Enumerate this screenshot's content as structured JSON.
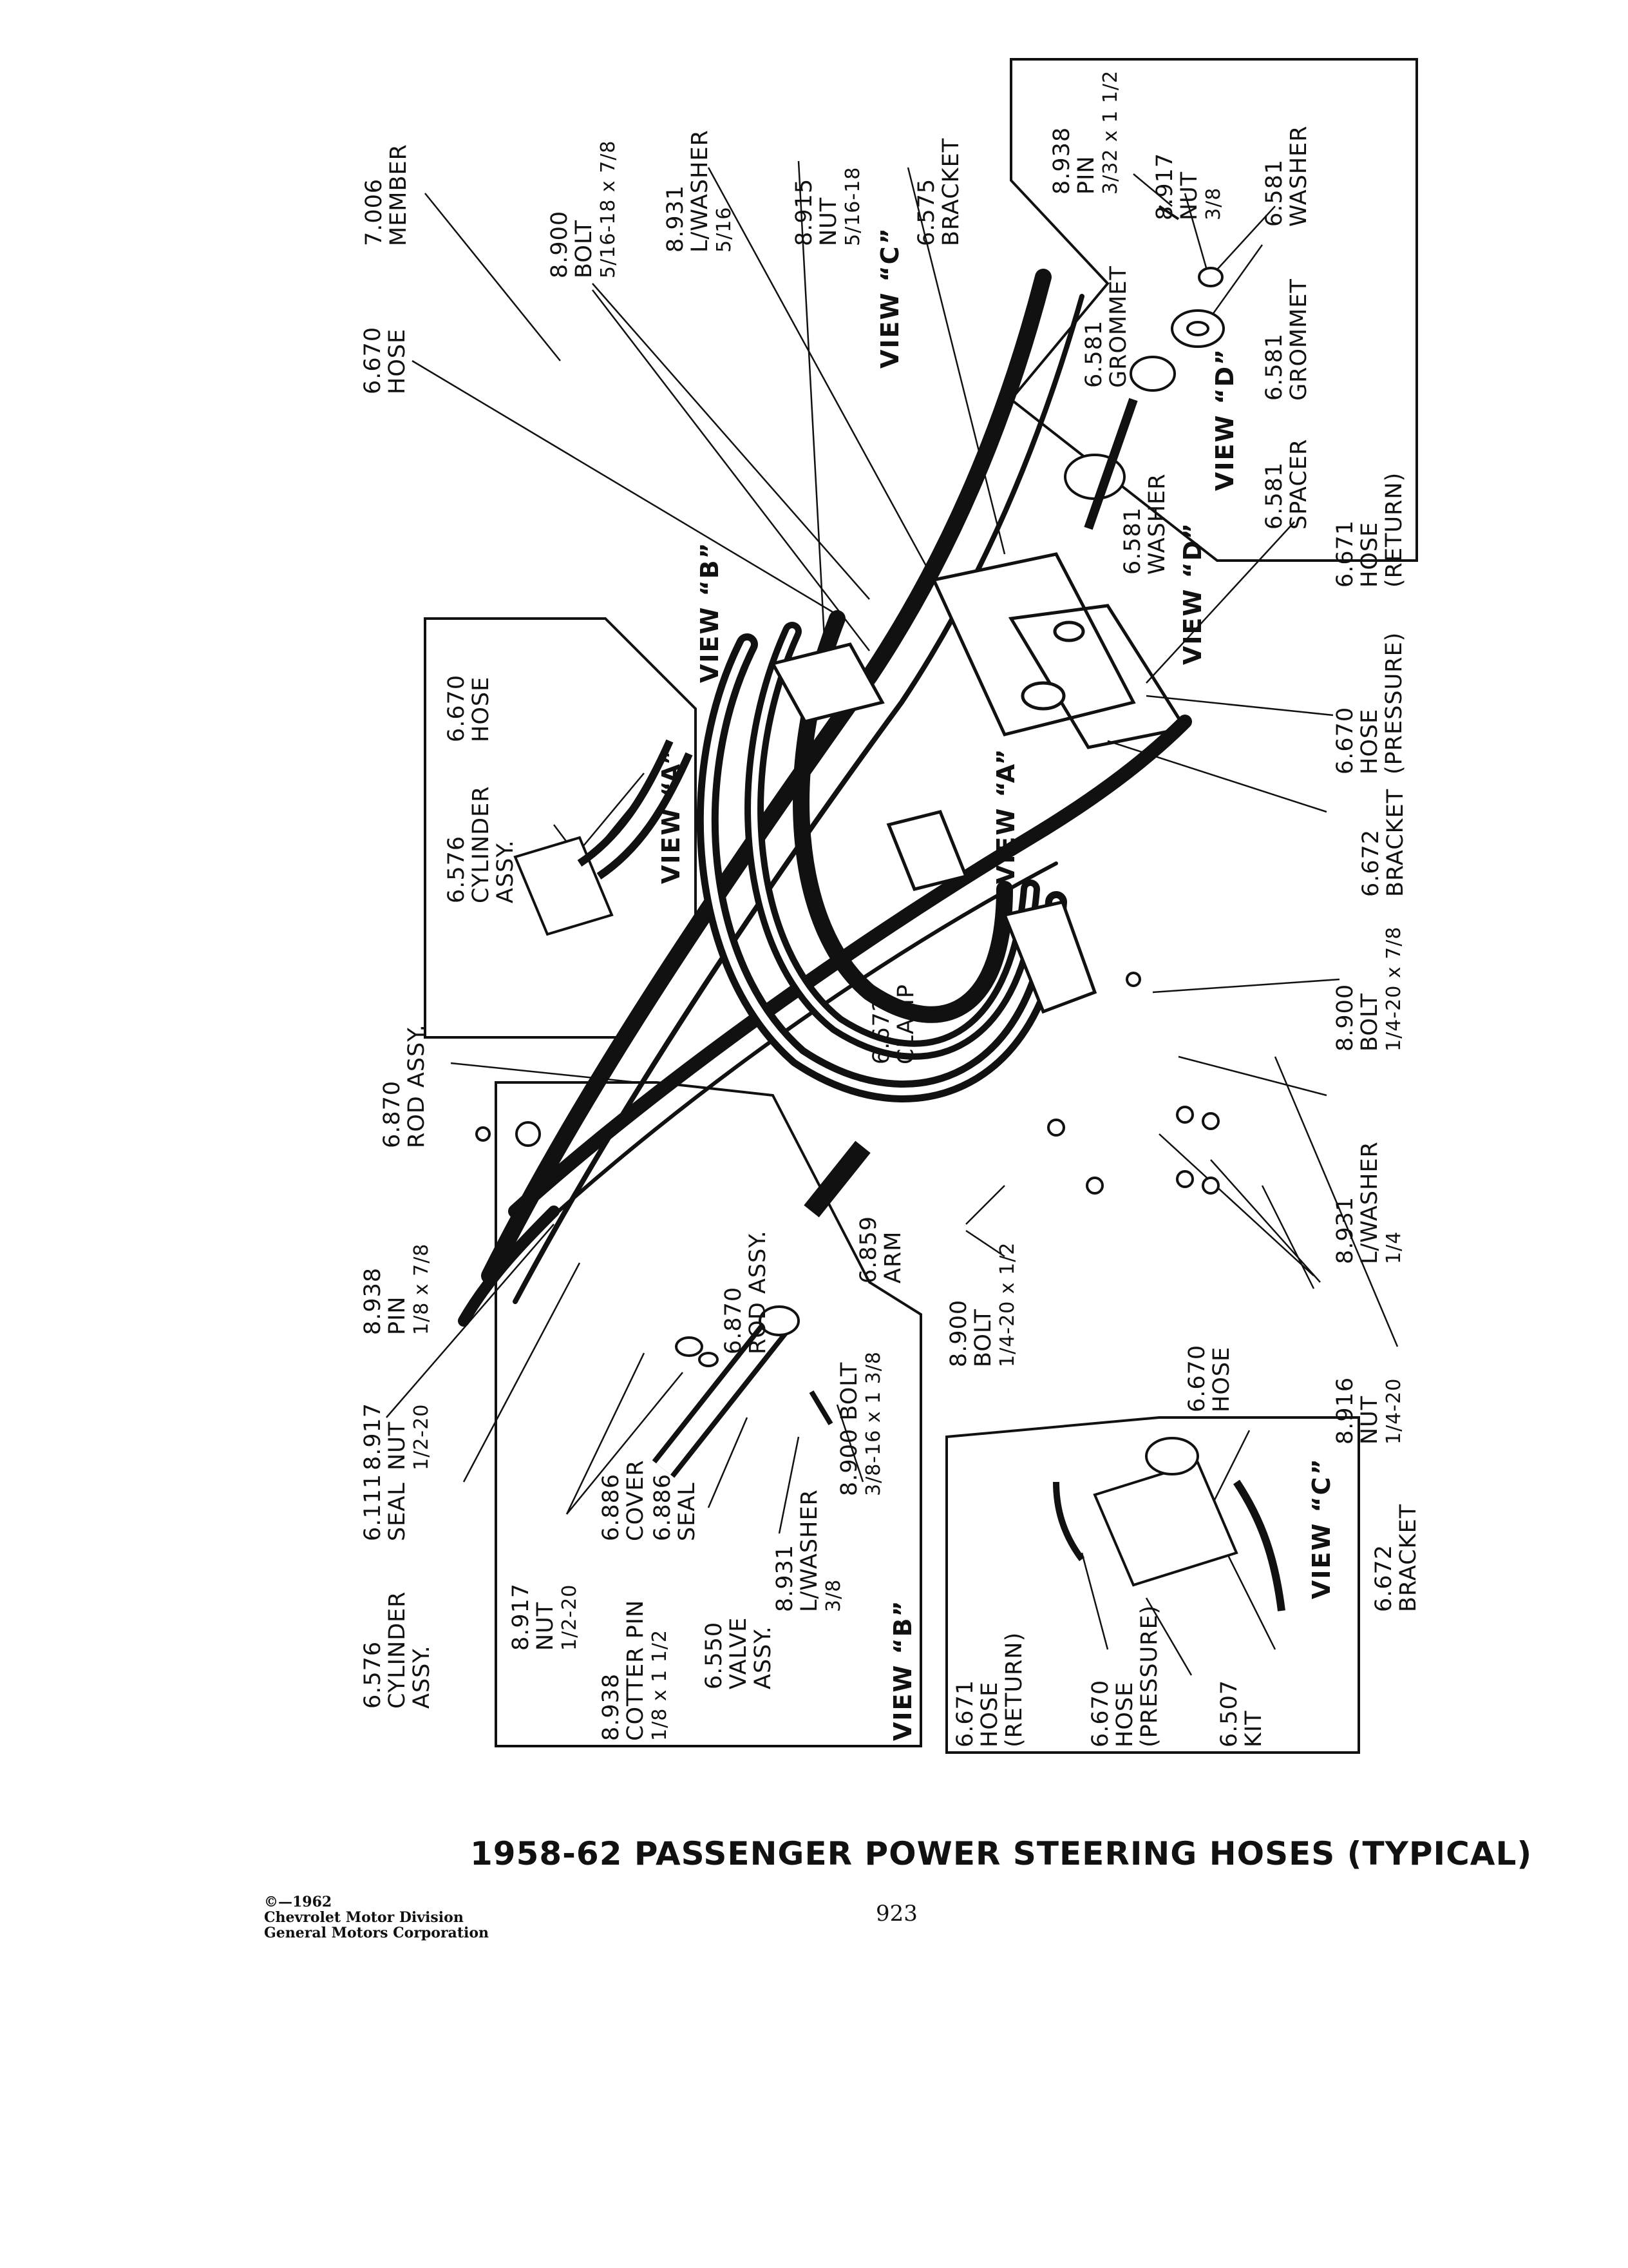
{
  "labels": {
    "l_7006": [
      "7.006",
      "MEMBER"
    ],
    "l_8900a": [
      "8.900",
      "BOLT",
      "5/16-18 x 7/8"
    ],
    "l_8931a": [
      "8.931",
      "L/WASHER",
      "5/16"
    ],
    "l_8915": [
      "8.915",
      "NUT",
      "5/16-18"
    ],
    "l_6575": [
      "6.575",
      "BRACKET"
    ],
    "l_6670a": [
      "6.670",
      "HOSE"
    ],
    "l_8938a": [
      "8.938",
      "PIN",
      "3/32 x 1 1/2"
    ],
    "l_8917a": [
      "8.917",
      "NUT",
      "3/8"
    ],
    "l_6581w": [
      "6.581",
      "WASHER"
    ],
    "l_6581g1": [
      "6.581",
      "GROMMET"
    ],
    "l_6581g2": [
      "6.581",
      "GROMMET"
    ],
    "l_6581s": [
      "6.581",
      "SPACER"
    ],
    "l_6581w2": [
      "6.581",
      "WASHER"
    ],
    "l_6671a": [
      "6.671",
      "HOSE",
      "(RETURN)"
    ],
    "l_6670p": [
      "6.670",
      "HOSE",
      "(PRESSURE)"
    ],
    "l_6672b": [
      "6.672",
      "BRACKET"
    ],
    "l_6670h2": [
      "6.670",
      "HOSE"
    ],
    "l_6576a": [
      "6.576",
      "CYLINDER",
      "ASSY."
    ],
    "l_6672c": [
      "6.672",
      "CLAMP"
    ],
    "l_8900b": [
      "8.900",
      "BOLT",
      "1/4-20 x 7/8"
    ],
    "l_8931b": [
      "8.931",
      "L/WASHER",
      "1/4"
    ],
    "l_8900c": [
      "8.900",
      "BOLT",
      "1/4-20 x 1/2"
    ],
    "l_8916": [
      "8.916",
      "NUT",
      "1/4-20"
    ],
    "l_6672b2": [
      "6.672",
      "BRACKET"
    ],
    "l_6870a": [
      "6.870",
      "ROD ASSY."
    ],
    "l_8938b": [
      "8.938",
      "PIN",
      "1/8 x 7/8"
    ],
    "l_8917b": [
      "8.917",
      "NUT",
      "1/2-20"
    ],
    "l_6111": [
      "6.111",
      "SEAL"
    ],
    "l_6576b": [
      "6.576",
      "CYLINDER",
      "ASSY."
    ],
    "l_6870b": [
      "6.870",
      "ROD ASSY."
    ],
    "l_6859": [
      "6.859",
      "ARM"
    ],
    "l_8917c": [
      "8.917",
      "NUT",
      "1/2-20"
    ],
    "l_6886c": [
      "6.886",
      "COVER"
    ],
    "l_6886s": [
      "6.886",
      "SEAL"
    ],
    "l_8900d": [
      "8.900 BOLT",
      "3/8-16 x 1 3/8"
    ],
    "l_8938c": [
      "8.938",
      "COTTER PIN",
      "1/8 x 1 1/2"
    ],
    "l_6550": [
      "6.550",
      "VALVE",
      "ASSY."
    ],
    "l_8931c": [
      "8.931",
      "L/WASHER",
      "3/8"
    ],
    "l_6671b": [
      "6.671",
      "HOSE",
      "(RETURN)"
    ],
    "l_6670p2": [
      "6.670",
      "HOSE",
      "(PRESSURE)"
    ],
    "l_6507": [
      "6.507",
      "KIT"
    ],
    "l_6670h3": [
      "6.670",
      "HOSE"
    ]
  },
  "views": {
    "view_a1": "VIEW “A”",
    "view_a2": "VIEW “A”",
    "view_b1": "VIEW “B”",
    "view_b2": "VIEW “B”",
    "view_c1": "VIEW “C”",
    "view_c2": "VIEW “C”",
    "view_d1": "VIEW “D”",
    "view_d2": "VIEW “D”"
  },
  "caption": "1958-62 PASSENGER POWER STEERING HOSES (TYPICAL)",
  "footer": {
    "copyright": "©—1962",
    "line2": "Chevrolet Motor Division",
    "line3": "General Motors Corporation",
    "page_number": "923"
  }
}
